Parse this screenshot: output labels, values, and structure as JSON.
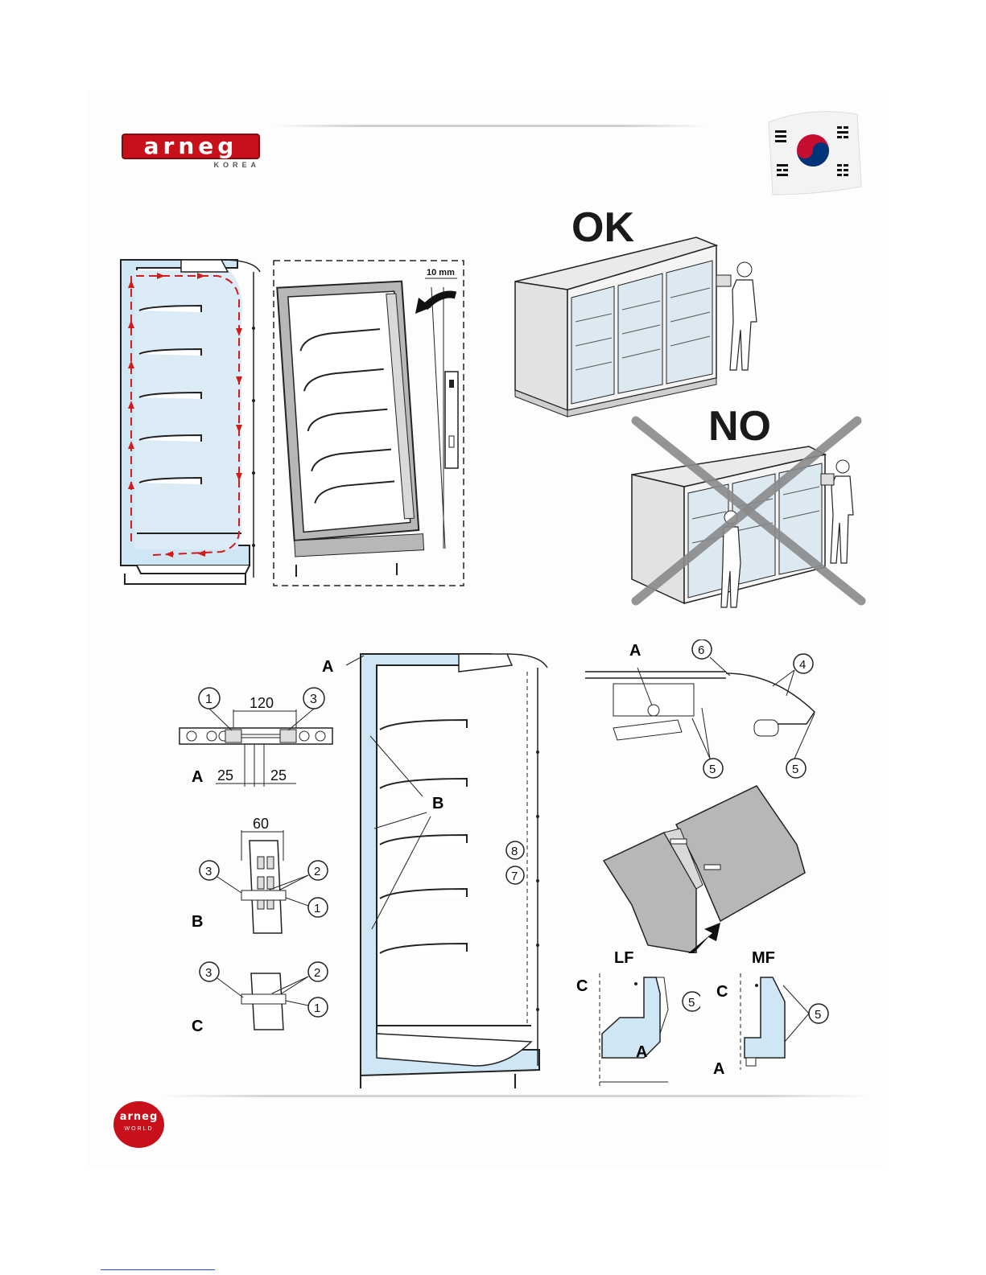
{
  "header": {
    "brand": "arneg",
    "brand_sub": "KOREA",
    "flag": "korea-flag"
  },
  "loading": {
    "ok_label": "OK",
    "no_label": "NO"
  },
  "airflow_figure": {
    "gap_label": "10 mm"
  },
  "details": {
    "dim_120": "120",
    "dim_25_left": "25",
    "dim_25_right": "25",
    "dim_60": "60",
    "label_A": "A",
    "label_B": "B",
    "label_C": "C",
    "n1": "1",
    "n2": "2",
    "n3": "3",
    "n4": "4",
    "n5": "5",
    "n6": "6",
    "n7": "7",
    "n8": "8",
    "lf": "LF",
    "mf": "MF"
  },
  "footer": {
    "brand": "arneg",
    "brand_sub": "WORLD"
  },
  "colors": {
    "brand_red": "#c8101a",
    "insulation_blue": "#cfe6f5",
    "panel_gray": "#b7b7b7",
    "cross_gray": "#8a8a8a"
  }
}
